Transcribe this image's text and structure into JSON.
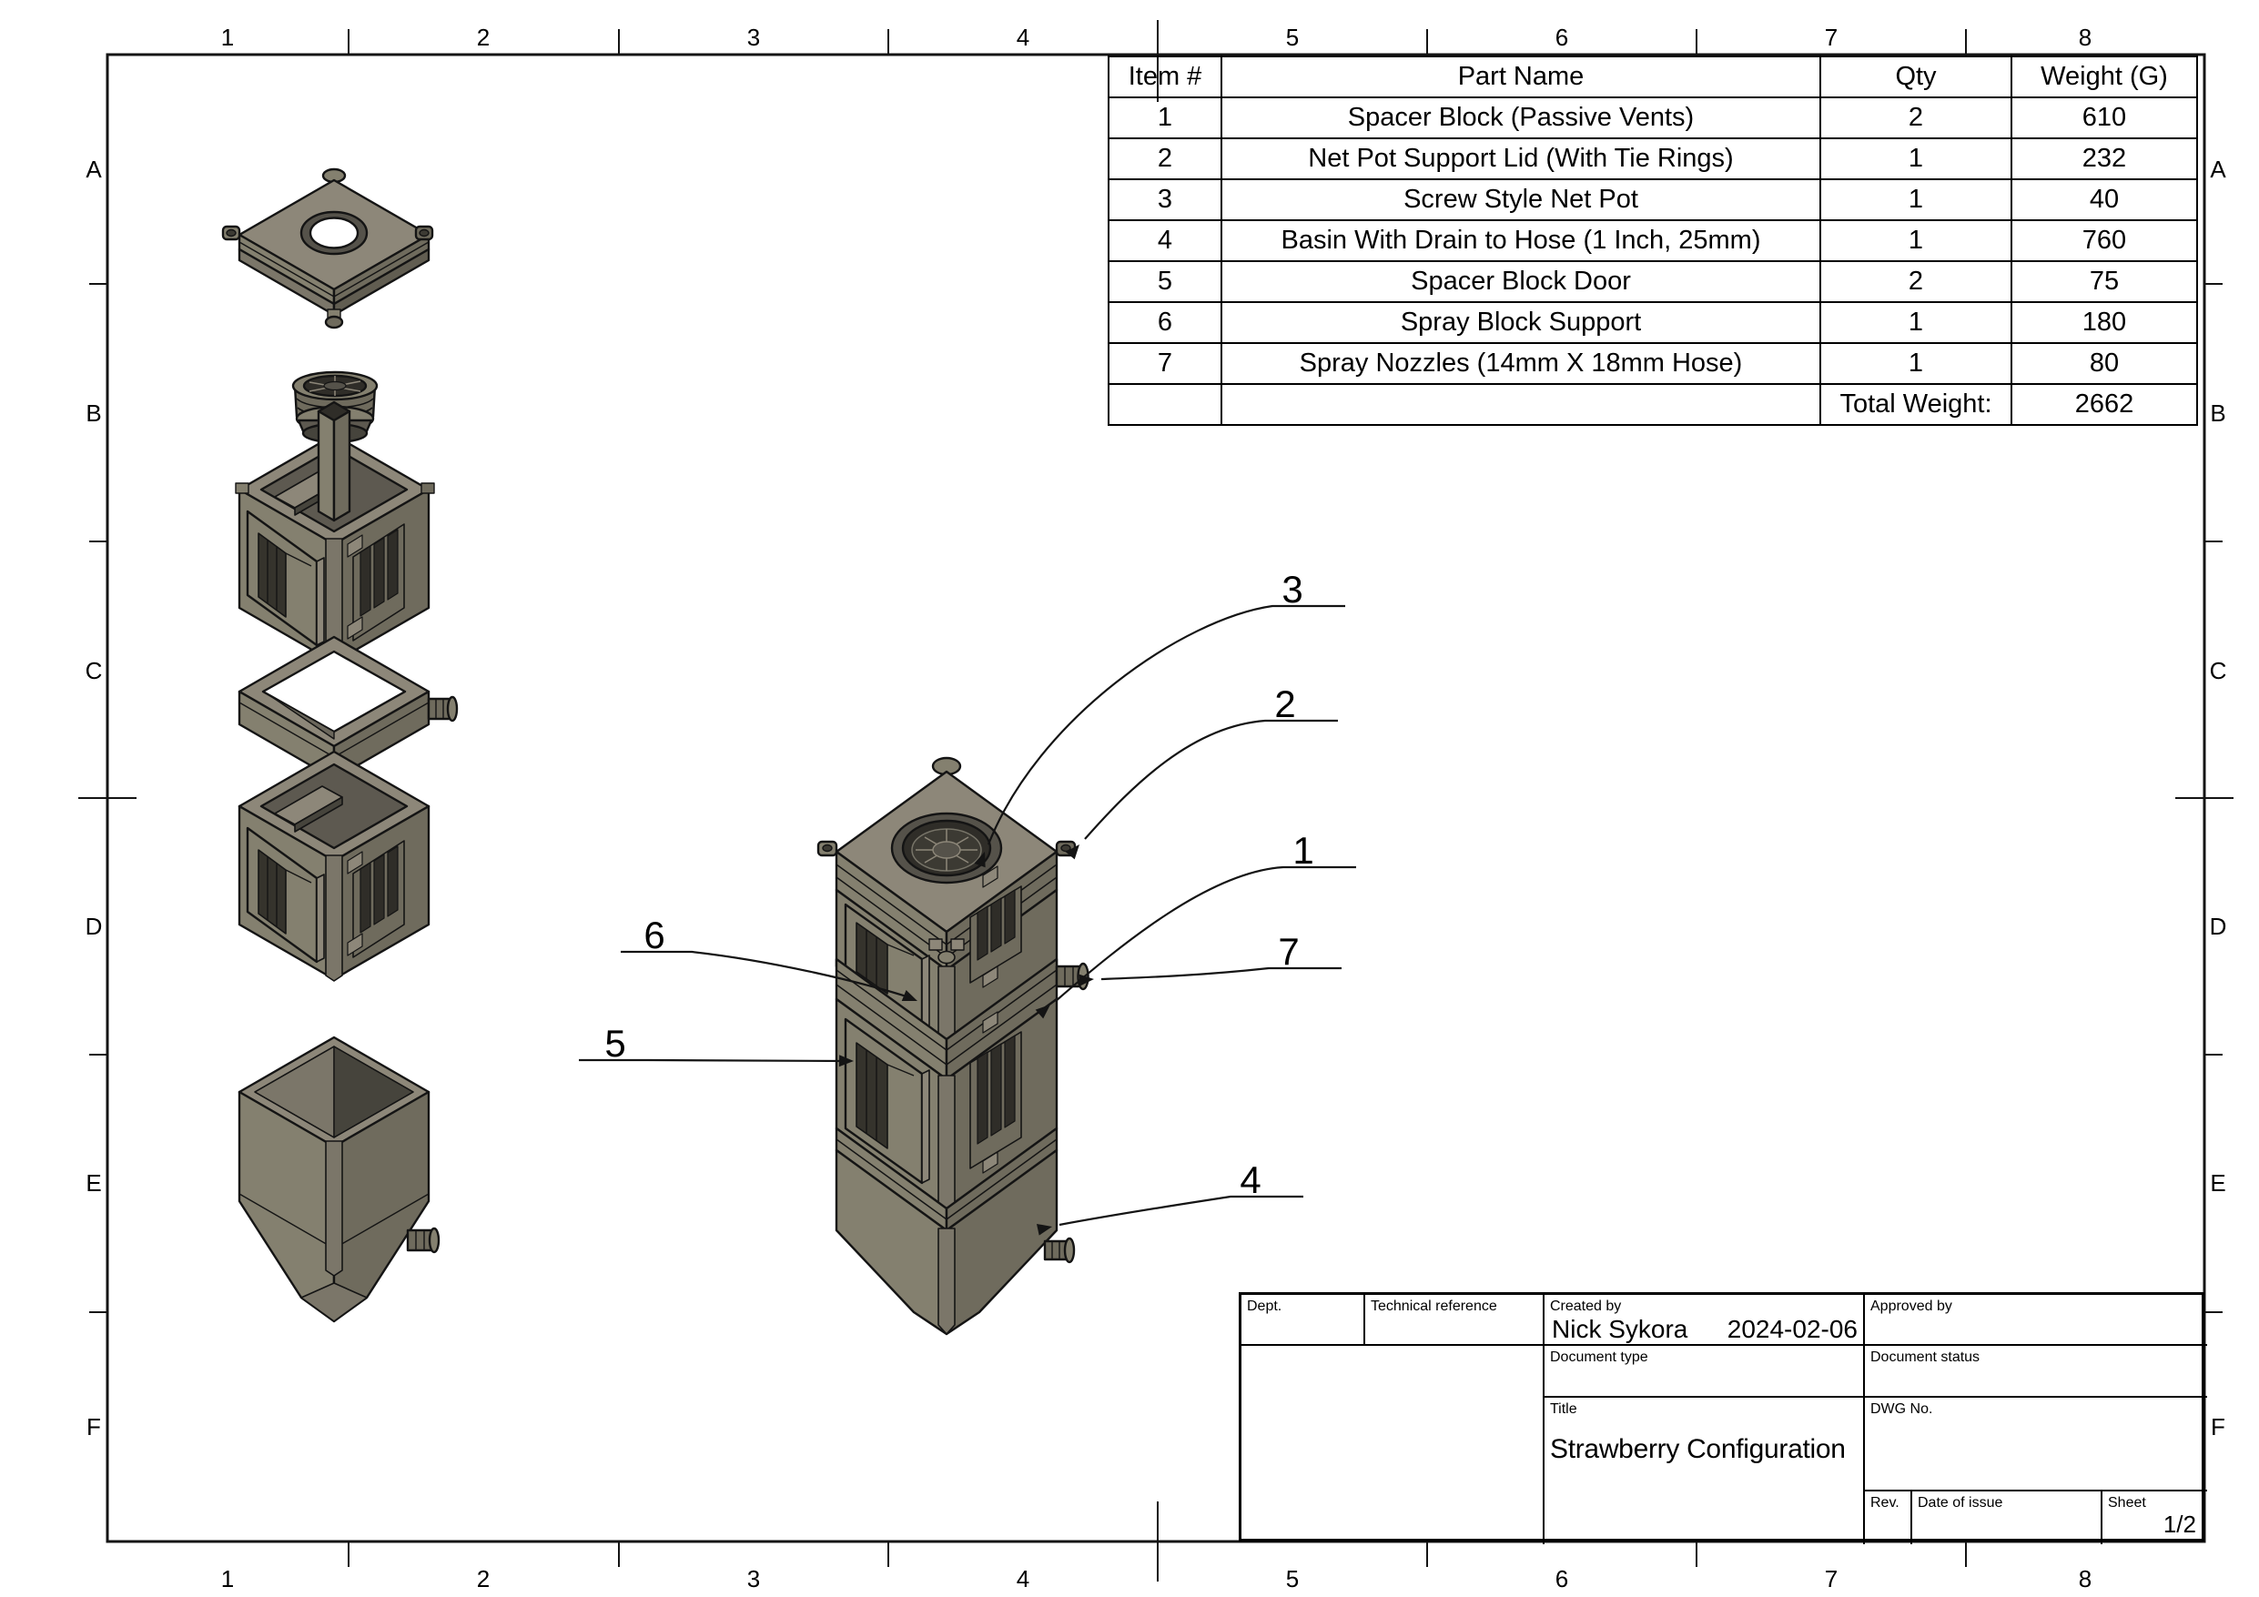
{
  "sheet": {
    "grid_columns": [
      "1",
      "2",
      "3",
      "4",
      "5",
      "6",
      "7",
      "8"
    ],
    "grid_rows": [
      "A",
      "B",
      "C",
      "D",
      "E",
      "F"
    ]
  },
  "parts_table": {
    "headers": {
      "item": "Item #",
      "name": "Part Name",
      "qty": "Qty",
      "weight": "Weight (G)"
    },
    "rows": [
      {
        "item": "1",
        "name": "Spacer Block (Passive Vents)",
        "qty": "2",
        "weight": "610"
      },
      {
        "item": "2",
        "name": "Net Pot Support Lid (With Tie Rings)",
        "qty": "1",
        "weight": "232"
      },
      {
        "item": "3",
        "name": "Screw Style Net Pot",
        "qty": "1",
        "weight": "40"
      },
      {
        "item": "4",
        "name": "Basin With Drain to Hose (1 Inch, 25mm)",
        "qty": "1",
        "weight": "760"
      },
      {
        "item": "5",
        "name": "Spacer Block Door",
        "qty": "2",
        "weight": "75"
      },
      {
        "item": "6",
        "name": "Spray Block Support",
        "qty": "1",
        "weight": "180"
      },
      {
        "item": "7",
        "name": "Spray Nozzles (14mm X 18mm Hose)",
        "qty": "1",
        "weight": "80"
      }
    ],
    "total_label": "Total Weight:",
    "total_value": "2662"
  },
  "title_block": {
    "dept_label": "Dept.",
    "technical_reference_label": "Technical reference",
    "created_by_label": "Created by",
    "created_by_name": "Nick Sykora",
    "created_date": "2024-02-06",
    "approved_by_label": "Approved by",
    "document_type_label": "Document type",
    "document_status_label": "Document status",
    "title_label": "Title",
    "title": "Strawberry Configuration",
    "dwg_no_label": "DWG No.",
    "rev_label": "Rev.",
    "date_of_issue_label": "Date of issue",
    "sheet_label": "Sheet",
    "sheet_value": "1/2"
  },
  "callouts": {
    "c1": "1",
    "c2": "2",
    "c3": "3",
    "c4": "4",
    "c5": "5",
    "c6": "6",
    "c7": "7"
  },
  "colors": {
    "face_top": "#8d8779",
    "face_left": "#84806f",
    "face_right": "#6f6b5d",
    "face_bevel": "#7b7669",
    "inner_mid": "#5d5950",
    "inner_dark": "#46443c",
    "window": "#35332c",
    "hole_dark": "#2f2d28",
    "outline": "#141414"
  }
}
